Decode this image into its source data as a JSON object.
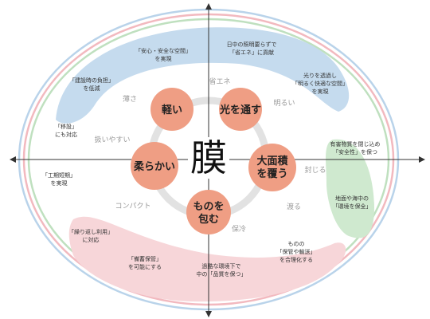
{
  "center": {
    "label": "膜"
  },
  "bubbles": {
    "light": "軽い",
    "light_through_1": "光を通す",
    "soft": "柔らかい",
    "cover_1": "大面積",
    "cover_2": "を覆う",
    "wrap_1": "ものを",
    "wrap_2": "包む"
  },
  "inner_words": {
    "energy_saving": "省エネ",
    "thin": "薄さ",
    "bright": "明るい",
    "easy": "扱いやすい",
    "seal": "封じる",
    "compact": "コンパクト",
    "transmit": "渡る",
    "keep_cool": "保冷"
  },
  "outer_notes": {
    "safe_space_1": "「安心・安全な空間」",
    "safe_space_2": "を実現",
    "daylight_1": "日中の照明要らずで",
    "daylight_2": "「省エネ」に貢献",
    "bright_space_1": "光りを透過し",
    "bright_space_2": "「明るく快適な空間」",
    "bright_space_3": "を実現",
    "burden_1": "「建設時の負担」",
    "burden_2": "を低減",
    "relocation_1": "「移設」",
    "relocation_2": "にも対応",
    "hazard_1": "有害物質を閉じ込め",
    "hazard_2": "「安全性」を保つ",
    "short_term_1": "「工期短期」",
    "short_term_2": "を実現",
    "environment_1": "地面や海中の",
    "environment_2": "「環境を保全」",
    "reuse_1": "「繰り返し利用」",
    "reuse_2": "に対応",
    "logistics_1": "ものの",
    "logistics_2": "「保管や輸送」",
    "logistics_3": "を合理化する",
    "stockpile_1": "「備蓄保管」",
    "stockpile_2": "を可能にする",
    "harsh_1": "過酷な環境下で",
    "harsh_2": "中の「品質を保つ」"
  },
  "colors": {
    "bubble_fill": "#ef9e84",
    "blue_band": "#c5dbee",
    "green_band": "#cfe9cf",
    "pink_band": "#f7d6d9",
    "ring_gray": "#e2e2e2"
  }
}
